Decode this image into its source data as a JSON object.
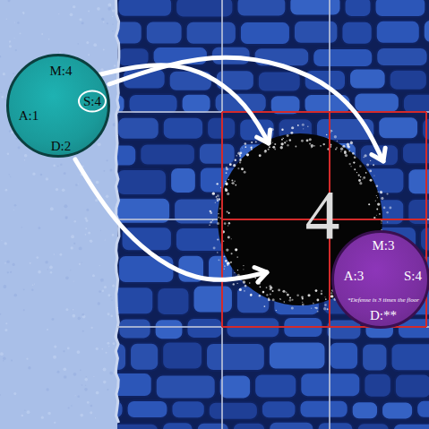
{
  "diagram": {
    "nodes": [
      {
        "text": [
          "M:4",
          "A:1",
          "S:4",
          "D:2"
        ]
      },
      {
        "text": [
          "M:3",
          "A:3",
          "S:4",
          "*Defense is 3 times the floor",
          "D:**"
        ]
      }
    ],
    "labels": [
      "4"
    ]
  }
}
